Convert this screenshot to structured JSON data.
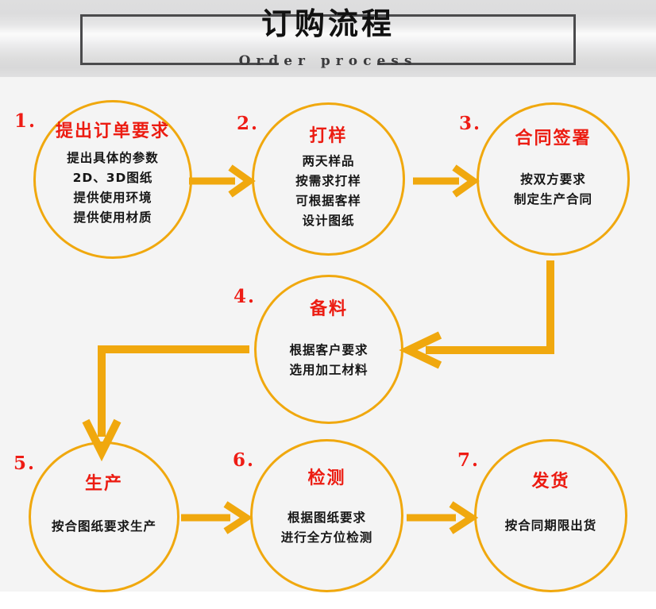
{
  "header": {
    "title_cn": "订购流程",
    "title_en": "Order process"
  },
  "colors": {
    "accent": "#f0a80e",
    "title_red": "#ec1c12",
    "body_black": "#161616",
    "frame_gray": "#4a4a4c",
    "background": "#f4f4f4"
  },
  "steps": [
    {
      "num": "1.",
      "title": "提出订单要求",
      "lines": [
        "提出具体的参数",
        "2D、3D图纸",
        "提供使用环境",
        "提供使用材质"
      ]
    },
    {
      "num": "2.",
      "title": "打样",
      "lines": [
        "两天样品",
        "按需求打样",
        "可根据客样",
        "设计图纸"
      ]
    },
    {
      "num": "3.",
      "title": "合同签署",
      "lines": [
        "按双方要求",
        "制定生产合同"
      ]
    },
    {
      "num": "4.",
      "title": "备料",
      "lines": [
        "根据客户要求",
        "选用加工材料"
      ]
    },
    {
      "num": "5.",
      "title": "生产",
      "lines": [
        "按合图纸要求生产"
      ]
    },
    {
      "num": "6.",
      "title": "检测",
      "lines": [
        "根据图纸要求",
        "进行全方位检测"
      ]
    },
    {
      "num": "7.",
      "title": "发货",
      "lines": [
        "按合同期限出货"
      ]
    }
  ],
  "connectors": [
    {
      "name": "arrow-step1-to-step2",
      "direction": "right"
    },
    {
      "name": "arrow-step2-to-step3",
      "direction": "right"
    },
    {
      "name": "arrow-step3-to-step4",
      "direction": "elbow-down-left"
    },
    {
      "name": "arrow-step4-to-step5",
      "direction": "elbow-left-down"
    },
    {
      "name": "arrow-step5-to-step6",
      "direction": "right"
    },
    {
      "name": "arrow-step6-to-step7",
      "direction": "right"
    }
  ]
}
